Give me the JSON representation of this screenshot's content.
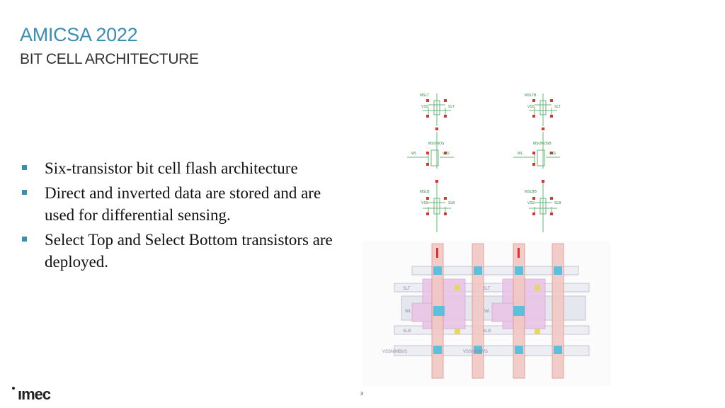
{
  "header": {
    "title": "AMICSA 2022",
    "subtitle": "BIT CELL ARCHITECTURE"
  },
  "bullets": [
    "Six-transistor bit cell flash architecture",
    "Direct and inverted data are stored and are used for differential sensing.",
    "Select Top and Select Bottom transistors are deployed."
  ],
  "schematic": {
    "left": {
      "top_label": "MSLT",
      "mid_label": "MSONOS",
      "bot_label": "MSLB",
      "wl": "WL"
    },
    "right": {
      "top_label": "MSLTB",
      "mid_label": "MSONOSB",
      "bot_label": "MSLBB",
      "wl": "WL"
    },
    "vss": "VSS",
    "slt": "SLT",
    "slb": "SLB"
  },
  "layout": {
    "labels": [
      "SLT",
      "SLT",
      "WL",
      "WL",
      "SLB",
      "SLB",
      "VSSN/MBVS",
      "VSSN/MBVS"
    ]
  },
  "footer": {
    "page": "3",
    "logo": "ımec"
  },
  "colors": {
    "accent": "#3a8db3",
    "schematic_green": "#2e8b3e",
    "node_red": "#e0332d"
  }
}
